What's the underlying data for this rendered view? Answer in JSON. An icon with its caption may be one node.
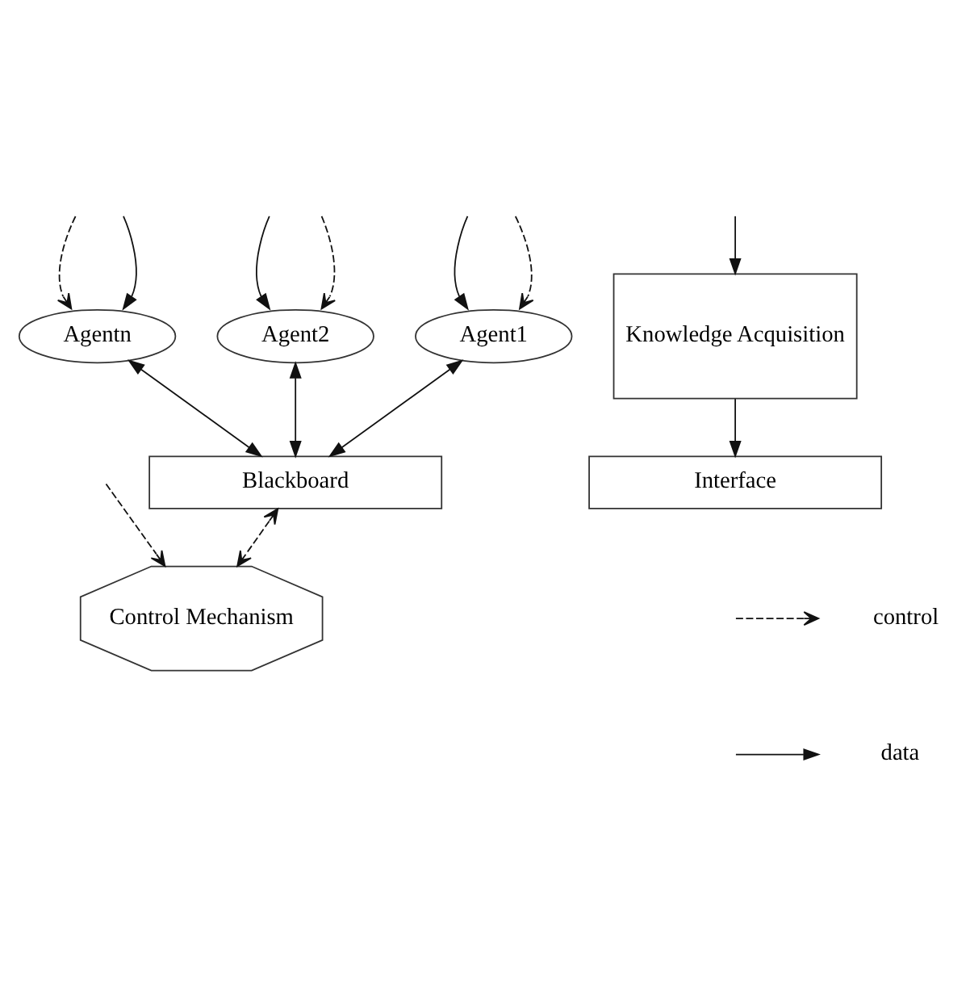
{
  "diagram": {
    "nodes": [
      {
        "text": [
          "Agentn"
        ]
      },
      {
        "text": [
          "Agent2"
        ]
      },
      {
        "text": [
          "Agent1"
        ]
      },
      {
        "text": [
          "Blackboard"
        ]
      },
      {
        "text": [
          "Knowledge Acquisition"
        ]
      },
      {
        "text": [
          "Control Mechanism"
        ]
      },
      {
        "text": [
          "Interface"
        ]
      }
    ],
    "edges": [
      {
        "from": null,
        "to": 0,
        "arrow": "to",
        "style": "dashed"
      },
      {
        "from": null,
        "to": 1,
        "arrow": "to",
        "style": "dashed"
      },
      {
        "from": null,
        "to": 2,
        "arrow": "to",
        "style": "dashed"
      },
      {
        "from": null,
        "to": 5,
        "arrow": "to",
        "style": "dashed"
      },
      {
        "from": null,
        "to": 0,
        "arrow": "to"
      },
      {
        "from": null,
        "to": 1,
        "arrow": "to"
      },
      {
        "from": null,
        "to": 2,
        "arrow": "to"
      },
      {
        "from": null,
        "to": 4,
        "arrow": "to"
      },
      {
        "from": 0,
        "to": 3,
        "arrow": "both"
      },
      {
        "from": 1,
        "to": 3,
        "arrow": "both"
      },
      {
        "from": 2,
        "to": 3,
        "arrow": "both"
      },
      {
        "from": 3,
        "to": 5,
        "arrow": "both",
        "style": "dashed"
      },
      {
        "from": 4,
        "to": 6,
        "arrow": "to"
      }
    ],
    "legend": [
      {
        "text": "control"
      },
      {
        "text": "data"
      }
    ]
  }
}
